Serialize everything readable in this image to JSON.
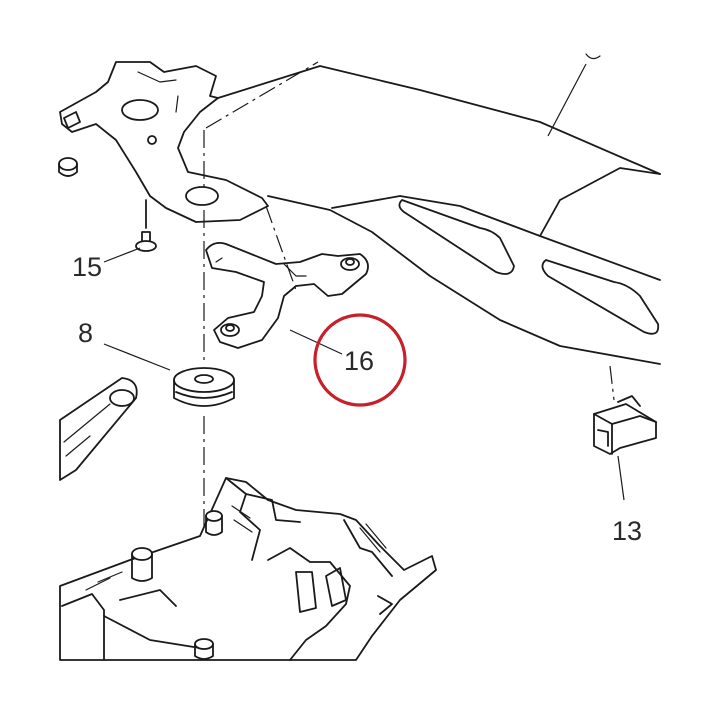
{
  "diagram": {
    "callouts": [
      {
        "id": "15",
        "text": "15"
      },
      {
        "id": "8",
        "text": "8"
      },
      {
        "id": "16",
        "text": "16",
        "highlighted": true
      },
      {
        "id": "13",
        "text": "13"
      }
    ],
    "highlight_color": "#c8202a",
    "line_color": "#1a1a1a"
  }
}
